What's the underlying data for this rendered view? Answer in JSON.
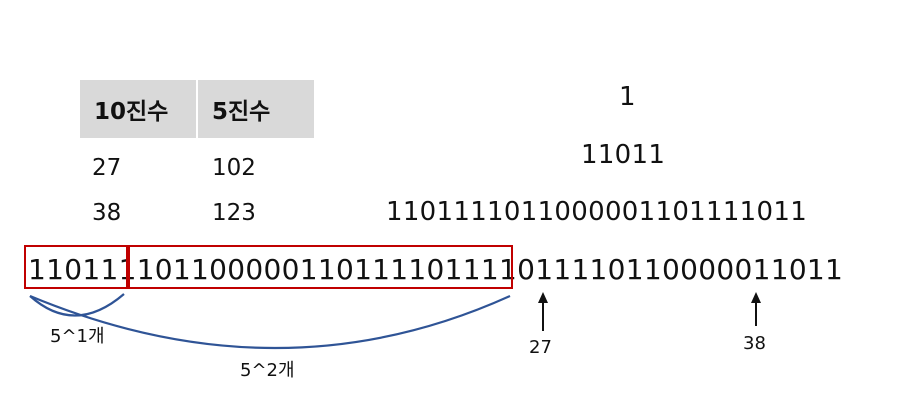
{
  "table": {
    "headers": [
      "10진수",
      "5진수"
    ],
    "rows": [
      [
        "27",
        "102"
      ],
      [
        "38",
        "123"
      ]
    ]
  },
  "pyramid": [
    "1",
    "11011",
    "1101111011000001101111011"
  ],
  "bit_row": {
    "first_block": "11011",
    "second_block": "11011000001101111011",
    "rest": "11011110110000011011"
  },
  "annotations": {
    "arc_small": "5^1개",
    "arc_large": "5^2개",
    "arrow_27": "27",
    "arrow_38": "38"
  },
  "colors": {
    "box": "#c00000",
    "arc": "#2f5496",
    "header_bg": "#d9d9d9"
  }
}
